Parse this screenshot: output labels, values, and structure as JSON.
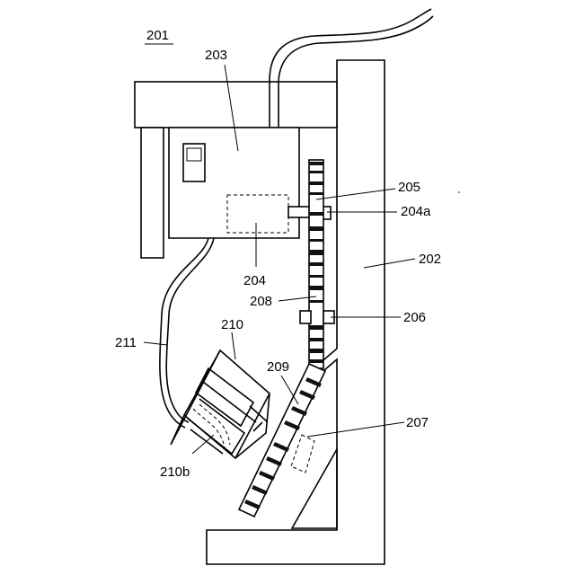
{
  "figure": {
    "labels": {
      "l201": "201",
      "l202": "202",
      "l203": "203",
      "l204": "204",
      "l204a": "204a",
      "l205": "205",
      "l206": "206",
      "l207": "207",
      "l208": "208",
      "l209": "209",
      "l210": "210",
      "l210b": "210b",
      "l211": "211"
    }
  }
}
